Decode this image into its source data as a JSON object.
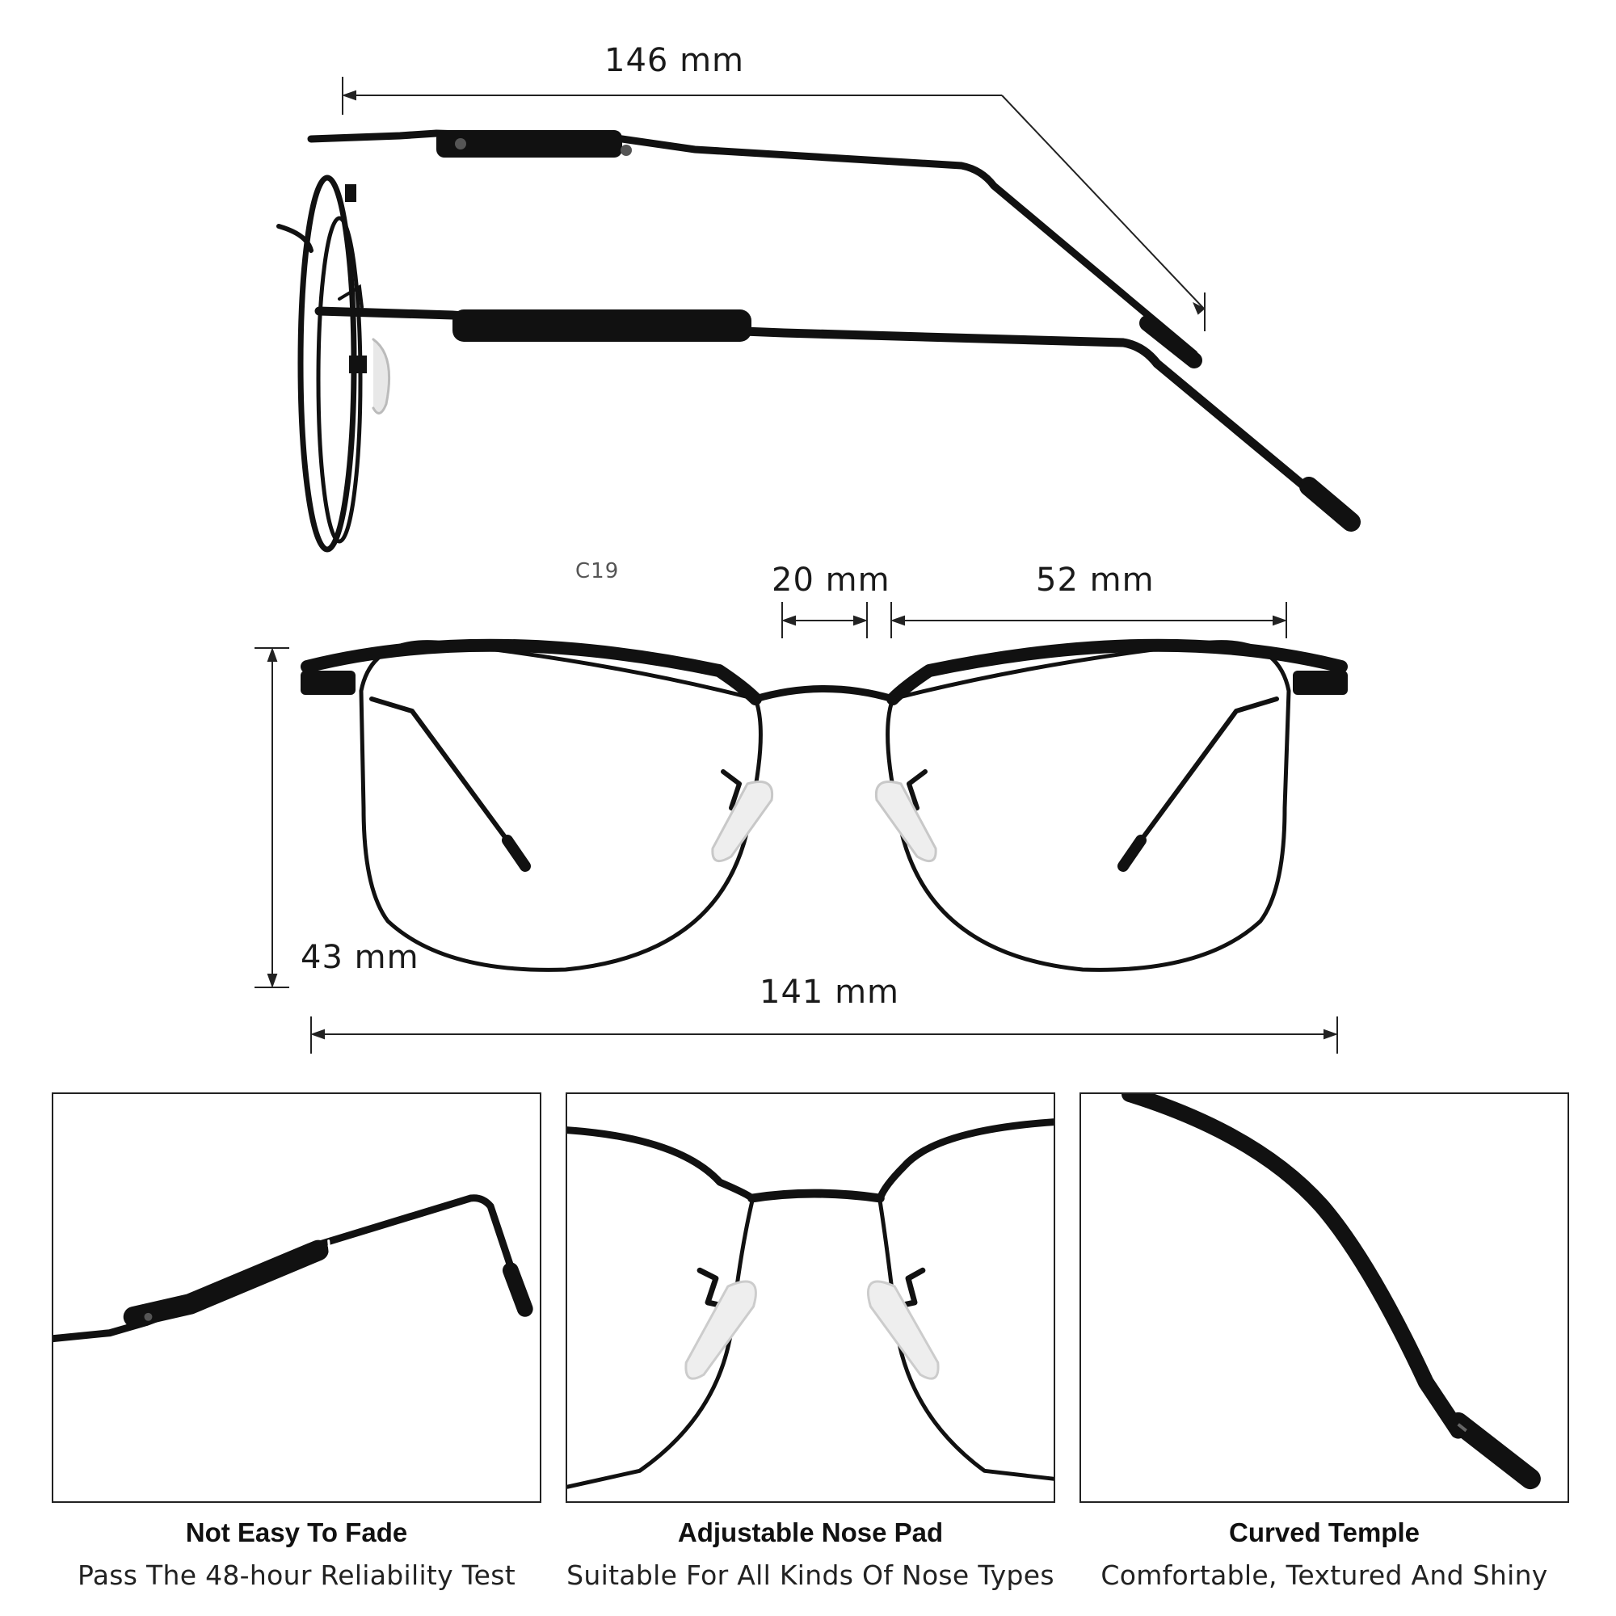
{
  "dimensions": {
    "temple_length": "146 mm",
    "bridge_width": "20 mm",
    "lens_width": "52 mm",
    "lens_height": "43 mm",
    "frame_width": "141 mm"
  },
  "side_view": {
    "temple_marking": "C19"
  },
  "features": [
    {
      "title": "Not Easy To Fade",
      "subtitle": "Pass The 48-hour Reliability Test"
    },
    {
      "title": "Adjustable Nose Pad",
      "subtitle": "Suitable For All Kinds Of Nose Types"
    },
    {
      "title": "Curved Temple",
      "subtitle": "Comfortable, Textured And Shiny"
    }
  ],
  "colors": {
    "frame": "#111111",
    "background": "#ffffff",
    "nose_pad": "#e8e8e8"
  }
}
